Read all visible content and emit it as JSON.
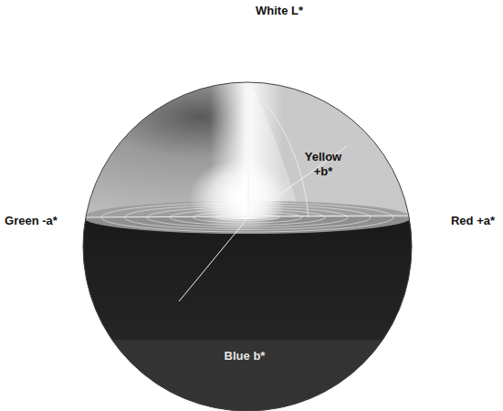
{
  "diagram": {
    "labels": [
      "White L*",
      "Yellow +b*",
      "Green -a*",
      "Red +a*",
      "Blue b*"
    ]
  }
}
